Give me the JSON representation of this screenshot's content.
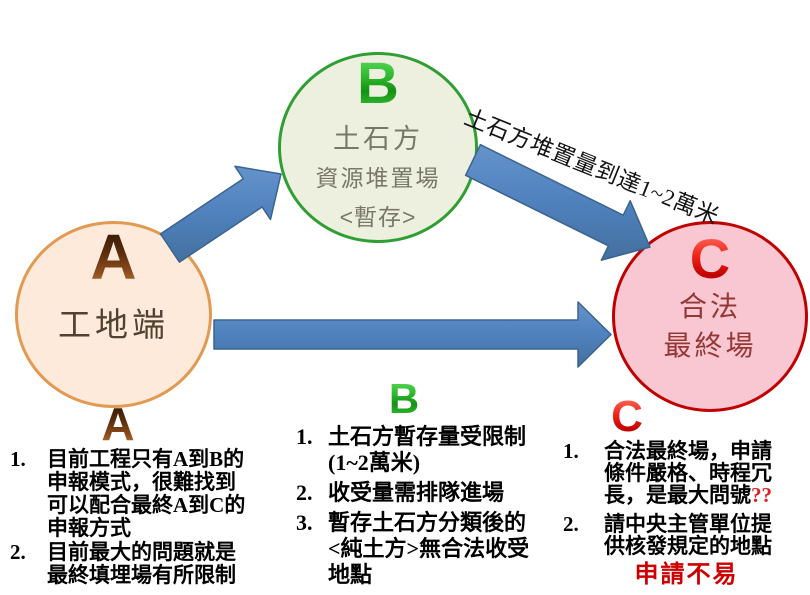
{
  "diagram": {
    "nodes": {
      "a": {
        "letter": "A",
        "title": "工地端"
      },
      "b": {
        "letter": "B",
        "line1": "土石方",
        "line2": "資源堆置場",
        "line3": "<暫存>"
      },
      "c": {
        "letter": "C",
        "line1": "合法",
        "line2": "最終場"
      }
    },
    "arrow_label": "土石方堆置量到達1~2萬米",
    "arrows": [
      "a-to-b",
      "b-to-c",
      "a-to-c"
    ]
  },
  "notes": {
    "a": {
      "heading": "A",
      "items": [
        {
          "num": "1.",
          "text": "目前工程只有A到B的\n申報模式，很難找到\n可以配合最終A到C的\n申報方式"
        },
        {
          "num": "2.",
          "text": "目前最大的問題就是\n最終填埋場有所限制"
        }
      ]
    },
    "b": {
      "heading": "B",
      "items": [
        {
          "num": "1.",
          "text": "土石方暫存量受限制\n(1~2萬米)"
        },
        {
          "num": "2.",
          "text": "收受量需排隊進場"
        },
        {
          "num": "3.",
          "text": "暫存土石方分類後的\n<純土方>無合法收受\n地點"
        }
      ]
    },
    "c": {
      "heading": "C",
      "items": [
        {
          "num": "1.",
          "text": "合法最終場，申請\n條件嚴格、時程冗\n長，是最大問號",
          "suffix": "??"
        },
        {
          "num": "2.",
          "text": "請中央主管單位提\n供核發規定的地點"
        }
      ],
      "footer": "申請不易"
    }
  },
  "colors": {
    "node_a_fill": "#fdeada",
    "node_a_border": "#e29a53",
    "node_a_letter": "#5d2e0d",
    "node_a_text": "#4f4330",
    "node_b_fill": "#eef0df",
    "node_b_border": "#2f9e33",
    "node_b_letter": "#2db52d",
    "node_b_text": "#78786a",
    "node_c_fill": "#f8c7d1",
    "node_c_border": "#c00000",
    "node_c_letter": "#ee2417",
    "node_c_text": "#953735",
    "arrow_fill": "#4f81bd",
    "arrow_outline": "#3a648f",
    "accent_red": "#cc0000",
    "list_text": "#000000",
    "background": "#ffffff"
  }
}
